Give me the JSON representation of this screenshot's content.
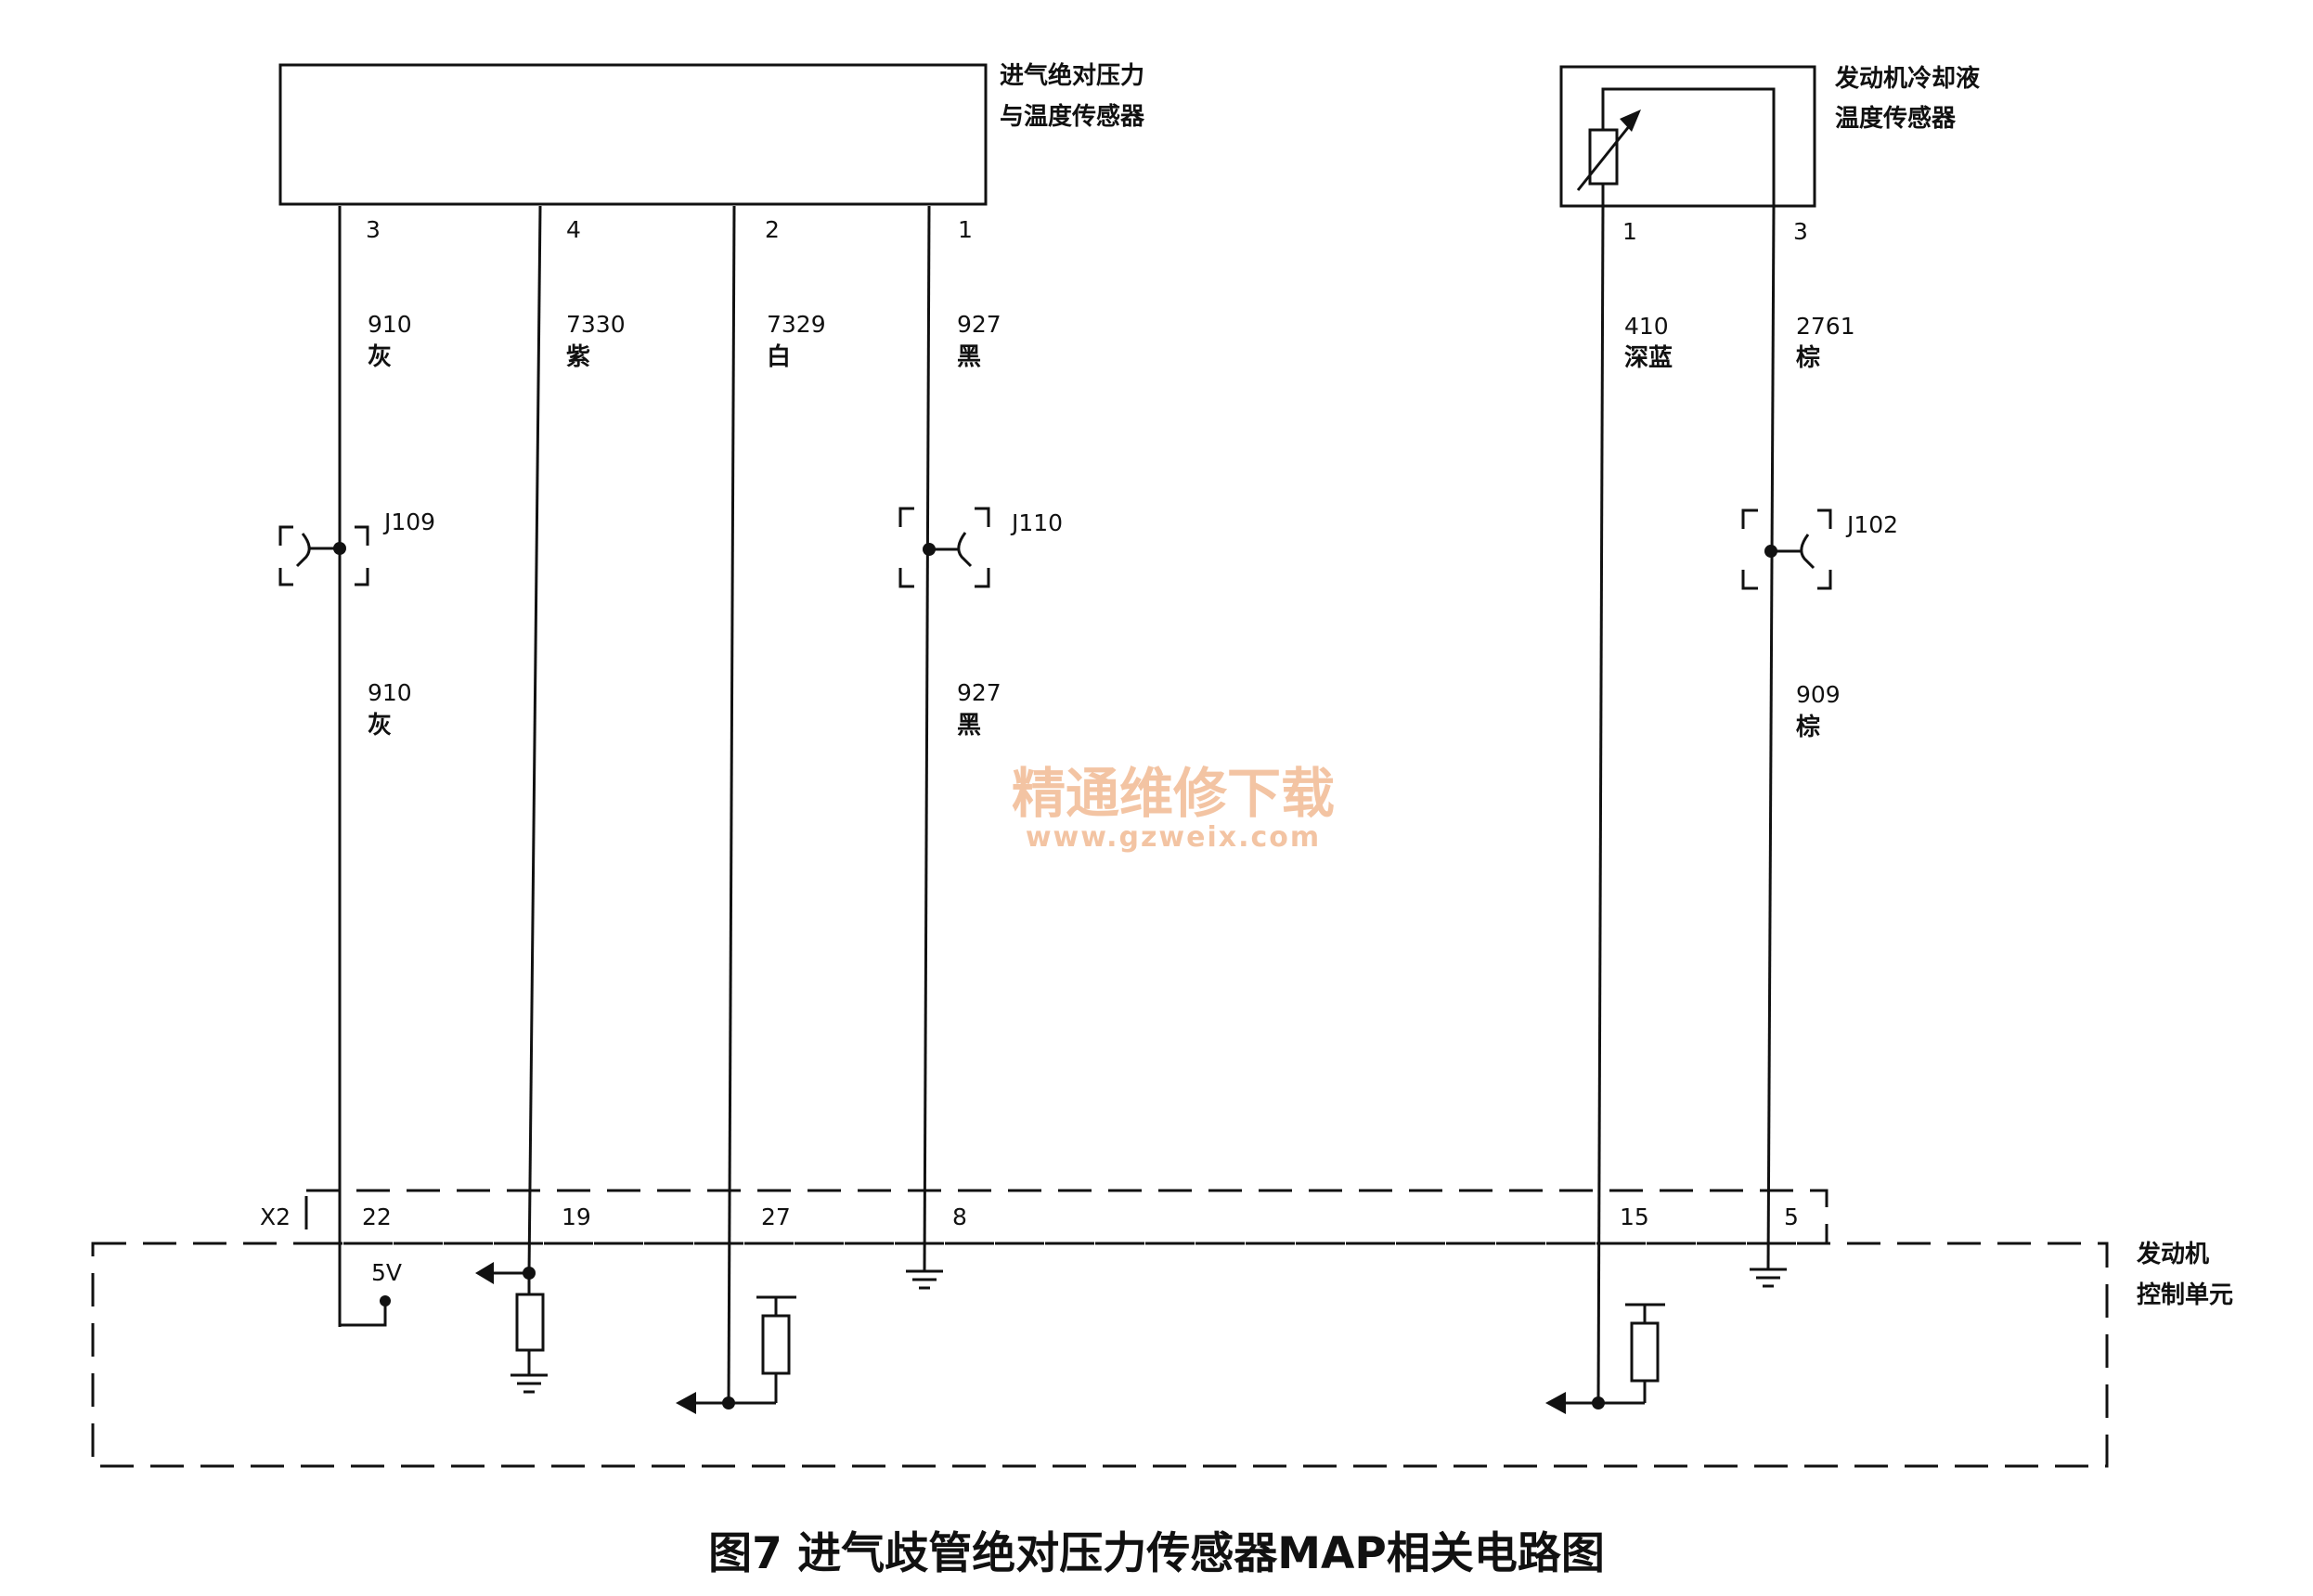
{
  "sensors": {
    "map": {
      "name_line1": "进气绝对压力",
      "name_line2": "与温度传感器"
    },
    "coolant": {
      "name_line1": "发动机冷却液",
      "name_line2": "温度传感器"
    }
  },
  "wires": [
    {
      "pin": "3",
      "code": "910",
      "color": "灰",
      "code_lower": "910",
      "color_lower": "灰",
      "splice": "J109",
      "ecu_pin": "22"
    },
    {
      "pin": "4",
      "code": "7330",
      "color": "紫",
      "ecu_pin": "19"
    },
    {
      "pin": "2",
      "code": "7329",
      "color": "白",
      "ecu_pin": "27"
    },
    {
      "pin": "1",
      "code": "927",
      "color": "黑",
      "code_lower": "927",
      "color_lower": "黑",
      "splice": "J110",
      "ecu_pin": "8"
    },
    {
      "pin": "1",
      "code": "410",
      "color": "深蓝",
      "ecu_pin": "15"
    },
    {
      "pin": "3",
      "code": "2761",
      "color": "棕",
      "code_lower": "909",
      "color_lower": "棕",
      "splice": "J102",
      "ecu_pin": "5"
    }
  ],
  "connector": {
    "label": "X2"
  },
  "ecu": {
    "name_line1": "发动机",
    "name_line2": "控制单元",
    "supply_label": "5V"
  },
  "watermark": {
    "line1": "精通维修下载",
    "line2": "www.gzweix.com"
  },
  "caption": "图7  进气歧管绝对压力传感器MAP相关电路图"
}
